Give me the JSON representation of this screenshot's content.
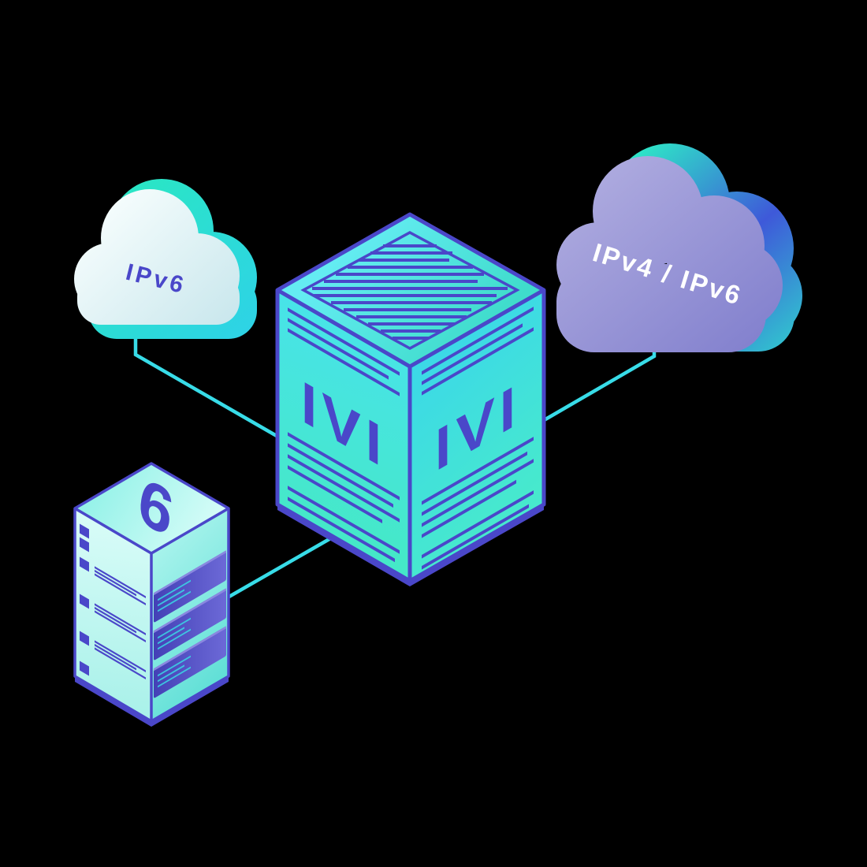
{
  "page": {
    "background_color": "#000000"
  },
  "diagram": {
    "left_cloud": {
      "label": "IPv6"
    },
    "right_cloud": {
      "label": "IPv4 / IPv6"
    },
    "ivi_box": {
      "left_face_label": "IVI",
      "right_face_label": "IVI"
    },
    "server": {
      "label": "6"
    },
    "colors": {
      "indigo": "#4a47c9",
      "link_cyan": "#38dce8",
      "face_cyan": "#45e2e6",
      "face_teal": "#43e6c6",
      "cloud_purple": "#8f8cd3",
      "cloud_light": "#eaf6f8",
      "accent_teal": "#2be4c6",
      "accent_blue": "#3c5bd8",
      "white": "#ffffff"
    }
  }
}
